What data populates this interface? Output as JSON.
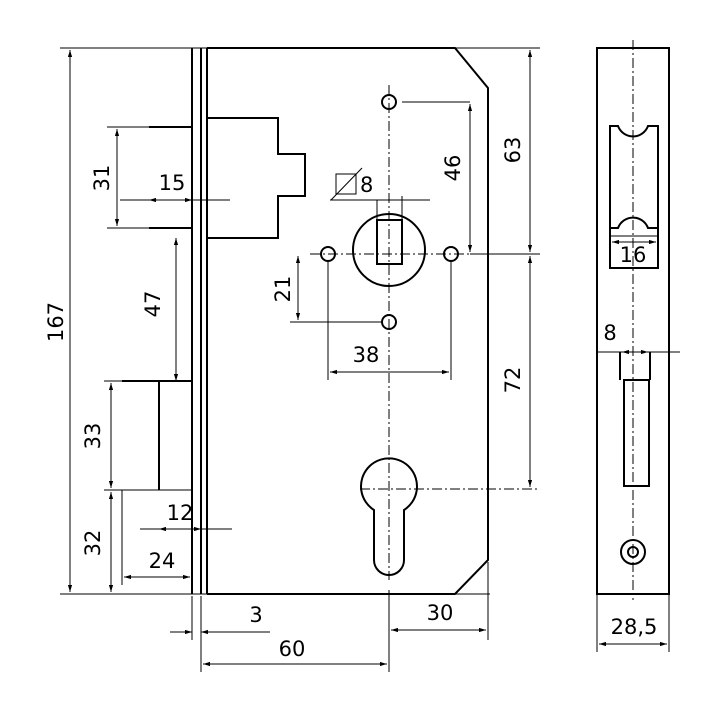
{
  "dimensions": {
    "total_height": "167",
    "latch_height": "31",
    "latch_projection": "15",
    "gap_latch_bolt": "47",
    "bolt_height": "33",
    "bolt_projection": "12",
    "bolt_bottom": "32",
    "bolt_width": "24",
    "backset_offset": "3",
    "front_to_cylinder": "60",
    "right_offset": "30",
    "hole_spacing_vertical": "46",
    "top_to_spindle": "63",
    "spindle_square": "8",
    "spindle_hole_offset": "21",
    "hole_spacing_horizontal": "38",
    "spindle_to_cylinder": "72",
    "faceplate_slot": "16",
    "faceplate_offset": "8",
    "faceplate_width": "28,5"
  },
  "symbols": {
    "square_icon": "square-with-diagonal-icon"
  }
}
